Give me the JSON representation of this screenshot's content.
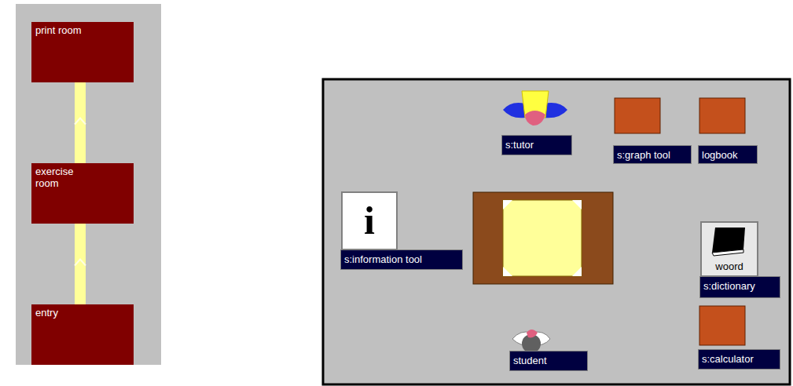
{
  "diagram": {
    "nodes": [
      {
        "text": [
          "print room"
        ]
      },
      {
        "text": [
          "exercise room"
        ]
      },
      {
        "text": [
          "entry"
        ]
      },
      {
        "text": [
          "s:tutor"
        ]
      },
      {
        "text": [
          "s:graph tool"
        ]
      },
      {
        "text": [
          "logbook"
        ]
      },
      {
        "text": [
          "s:information tool"
        ]
      },
      {
        "text": [
          "s:dictionary"
        ]
      },
      {
        "text": [
          "student"
        ]
      },
      {
        "text": [
          "s:calculator"
        ]
      }
    ],
    "edges": [
      {
        "from": 2,
        "to": 1,
        "arrow": "none"
      },
      {
        "from": 1,
        "to": 0,
        "arrow": "none"
      }
    ],
    "labels": [
      "i",
      "woord"
    ]
  }
}
